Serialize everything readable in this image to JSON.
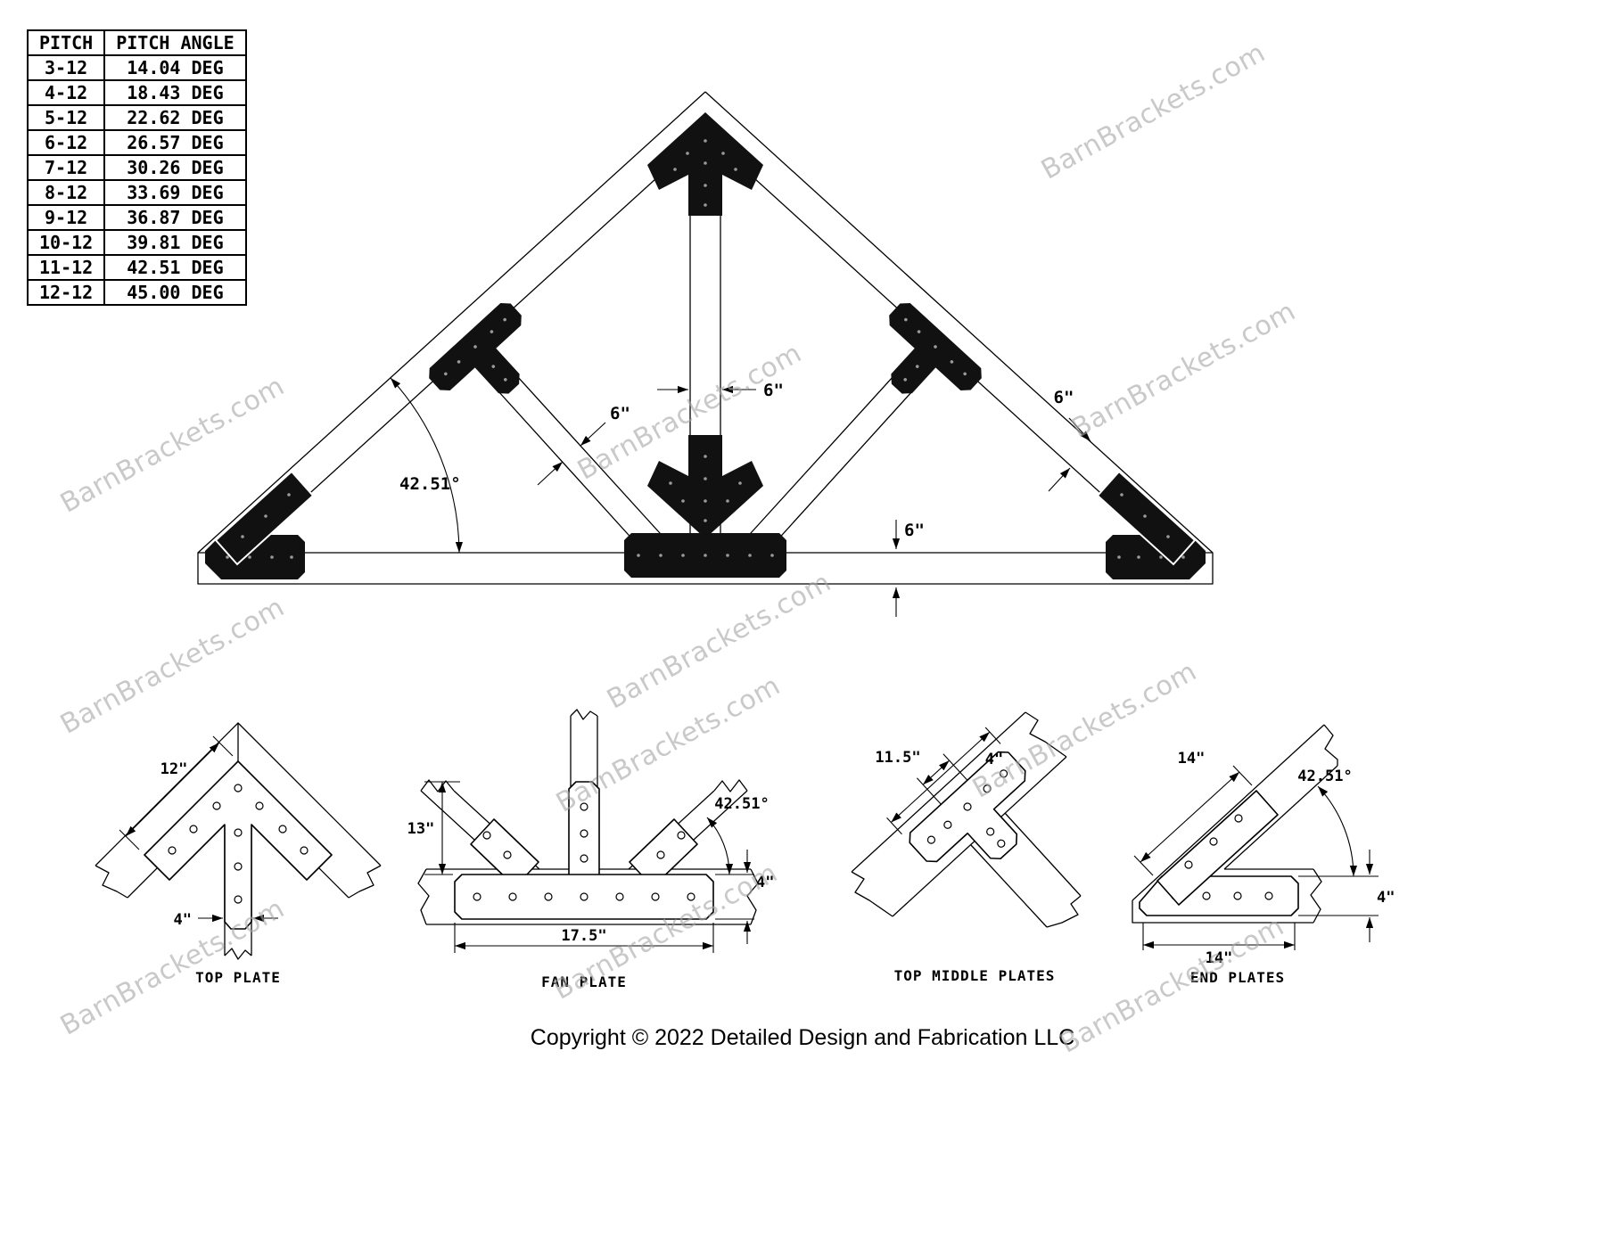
{
  "watermark": {
    "text": "BarnBrackets.com"
  },
  "pitch_table": {
    "headers": [
      "PITCH",
      "PITCH ANGLE"
    ],
    "rows": [
      {
        "pitch": "3-12",
        "angle": "14.04 DEG"
      },
      {
        "pitch": "4-12",
        "angle": "18.43 DEG"
      },
      {
        "pitch": "5-12",
        "angle": "22.62 DEG"
      },
      {
        "pitch": "6-12",
        "angle": "26.57 DEG"
      },
      {
        "pitch": "7-12",
        "angle": "30.26 DEG"
      },
      {
        "pitch": "8-12",
        "angle": "33.69 DEG"
      },
      {
        "pitch": "9-12",
        "angle": "36.87 DEG"
      },
      {
        "pitch": "10-12",
        "angle": "39.81 DEG"
      },
      {
        "pitch": "11-12",
        "angle": "42.51 DEG"
      },
      {
        "pitch": "12-12",
        "angle": "45.00 DEG"
      }
    ]
  },
  "truss_diagram": {
    "kingpost_width": "6\"",
    "strut_width": "6\"",
    "top_chord_width": "6\"",
    "bottom_chord_height": "6\"",
    "pitch_angle": "42.51°"
  },
  "details": {
    "top_plate": {
      "label": "TOP PLATE",
      "dim_edge": "12\"",
      "dim_stem": "4\""
    },
    "fan_plate": {
      "label": "FAN PLATE",
      "dim_height": "13\"",
      "dim_width": "17.5\"",
      "dim_base": "4\"",
      "dim_angle": "42.51°"
    },
    "top_middle_plates": {
      "label": "TOP MIDDLE PLATES",
      "dim_length": "11.5\"",
      "dim_stem": "4\""
    },
    "end_plates": {
      "label": "END PLATES",
      "dim_top": "14\"",
      "dim_angle": "42.51°",
      "dim_height": "4\"",
      "dim_bottom": "14\""
    }
  },
  "footer": {
    "copyright": "Copyright © 2022 Detailed Design and Fabrication LLC"
  }
}
